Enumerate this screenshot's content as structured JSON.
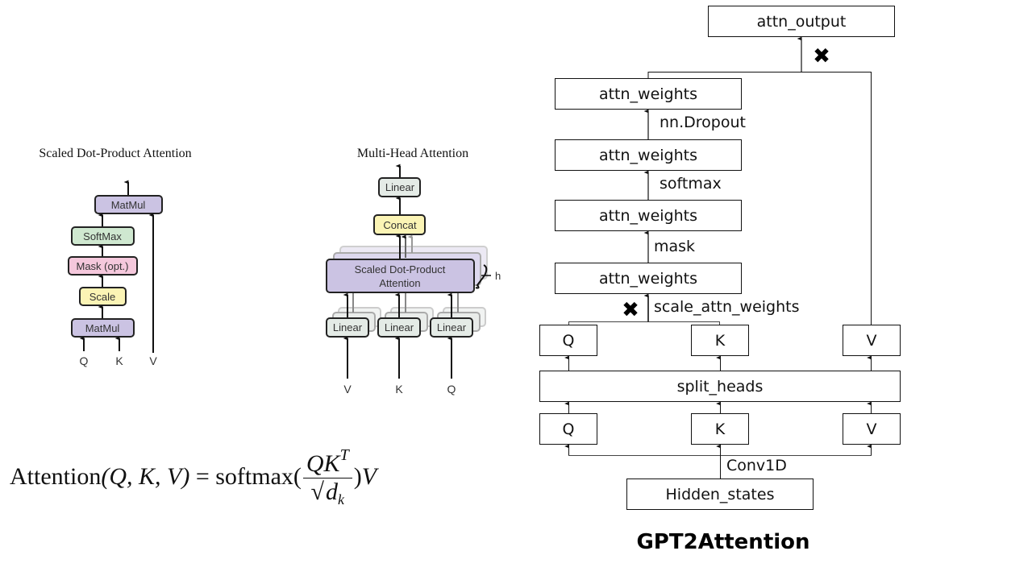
{
  "scaled_dot_product": {
    "title": "Scaled Dot-Product Attention",
    "boxes": {
      "matmul_top": {
        "label": "MatMul",
        "color": "#cbc3e3"
      },
      "softmax": {
        "label": "SoftMax",
        "color": "#cfe8d0"
      },
      "mask": {
        "label": "Mask (opt.)",
        "color": "#f5c8dc"
      },
      "scale": {
        "label": "Scale",
        "color": "#fbf4b5"
      },
      "matmul_bottom": {
        "label": "MatMul",
        "color": "#cbc3e3"
      }
    },
    "inputs": [
      "Q",
      "K",
      "V"
    ]
  },
  "multi_head": {
    "title": "Multi-Head Attention",
    "boxes": {
      "linear_top": {
        "label": "Linear",
        "color": "#e4ebe6"
      },
      "concat": {
        "label": "Concat",
        "color": "#fbf4b5"
      },
      "sdpa_line1": "Scaled Dot-Product",
      "sdpa_line2": "Attention",
      "sdpa_color": "#cbc3e3",
      "heads_label": "h",
      "linear_v": "Linear",
      "linear_k": "Linear",
      "linear_q": "Linear",
      "linear_color": "#e4ebe6"
    },
    "inputs": [
      "V",
      "K",
      "Q"
    ]
  },
  "formula": {
    "lhs_name": "Attention",
    "lhs_args": "(Q, K, V)",
    "equals": "=",
    "softmax": "softmax(",
    "numerator": "QK",
    "numerator_sup": "T",
    "denominator_root": "√",
    "denominator_var": "d",
    "denominator_sub": "k",
    "close": ")",
    "tail": "V"
  },
  "gpt2": {
    "title": "GPT2Attention",
    "attn_output": "attn_output",
    "attn_weights_dropout": "attn_weights",
    "label_dropout": "nn.Dropout",
    "attn_weights_softmax": "attn_weights",
    "label_softmax": "softmax",
    "attn_weights_mask": "attn_weights",
    "label_mask": "mask",
    "attn_weights_scale": "attn_weights",
    "label_scale": "scale_attn_weights",
    "q_split": "Q",
    "k_split": "K",
    "v_split": "V",
    "split_heads": "split_heads",
    "q_proj": "Q",
    "k_proj": "K",
    "v_proj": "V",
    "label_conv": "Conv1D",
    "hidden_states": "Hidden_states",
    "multiply_symbol": "✖"
  }
}
